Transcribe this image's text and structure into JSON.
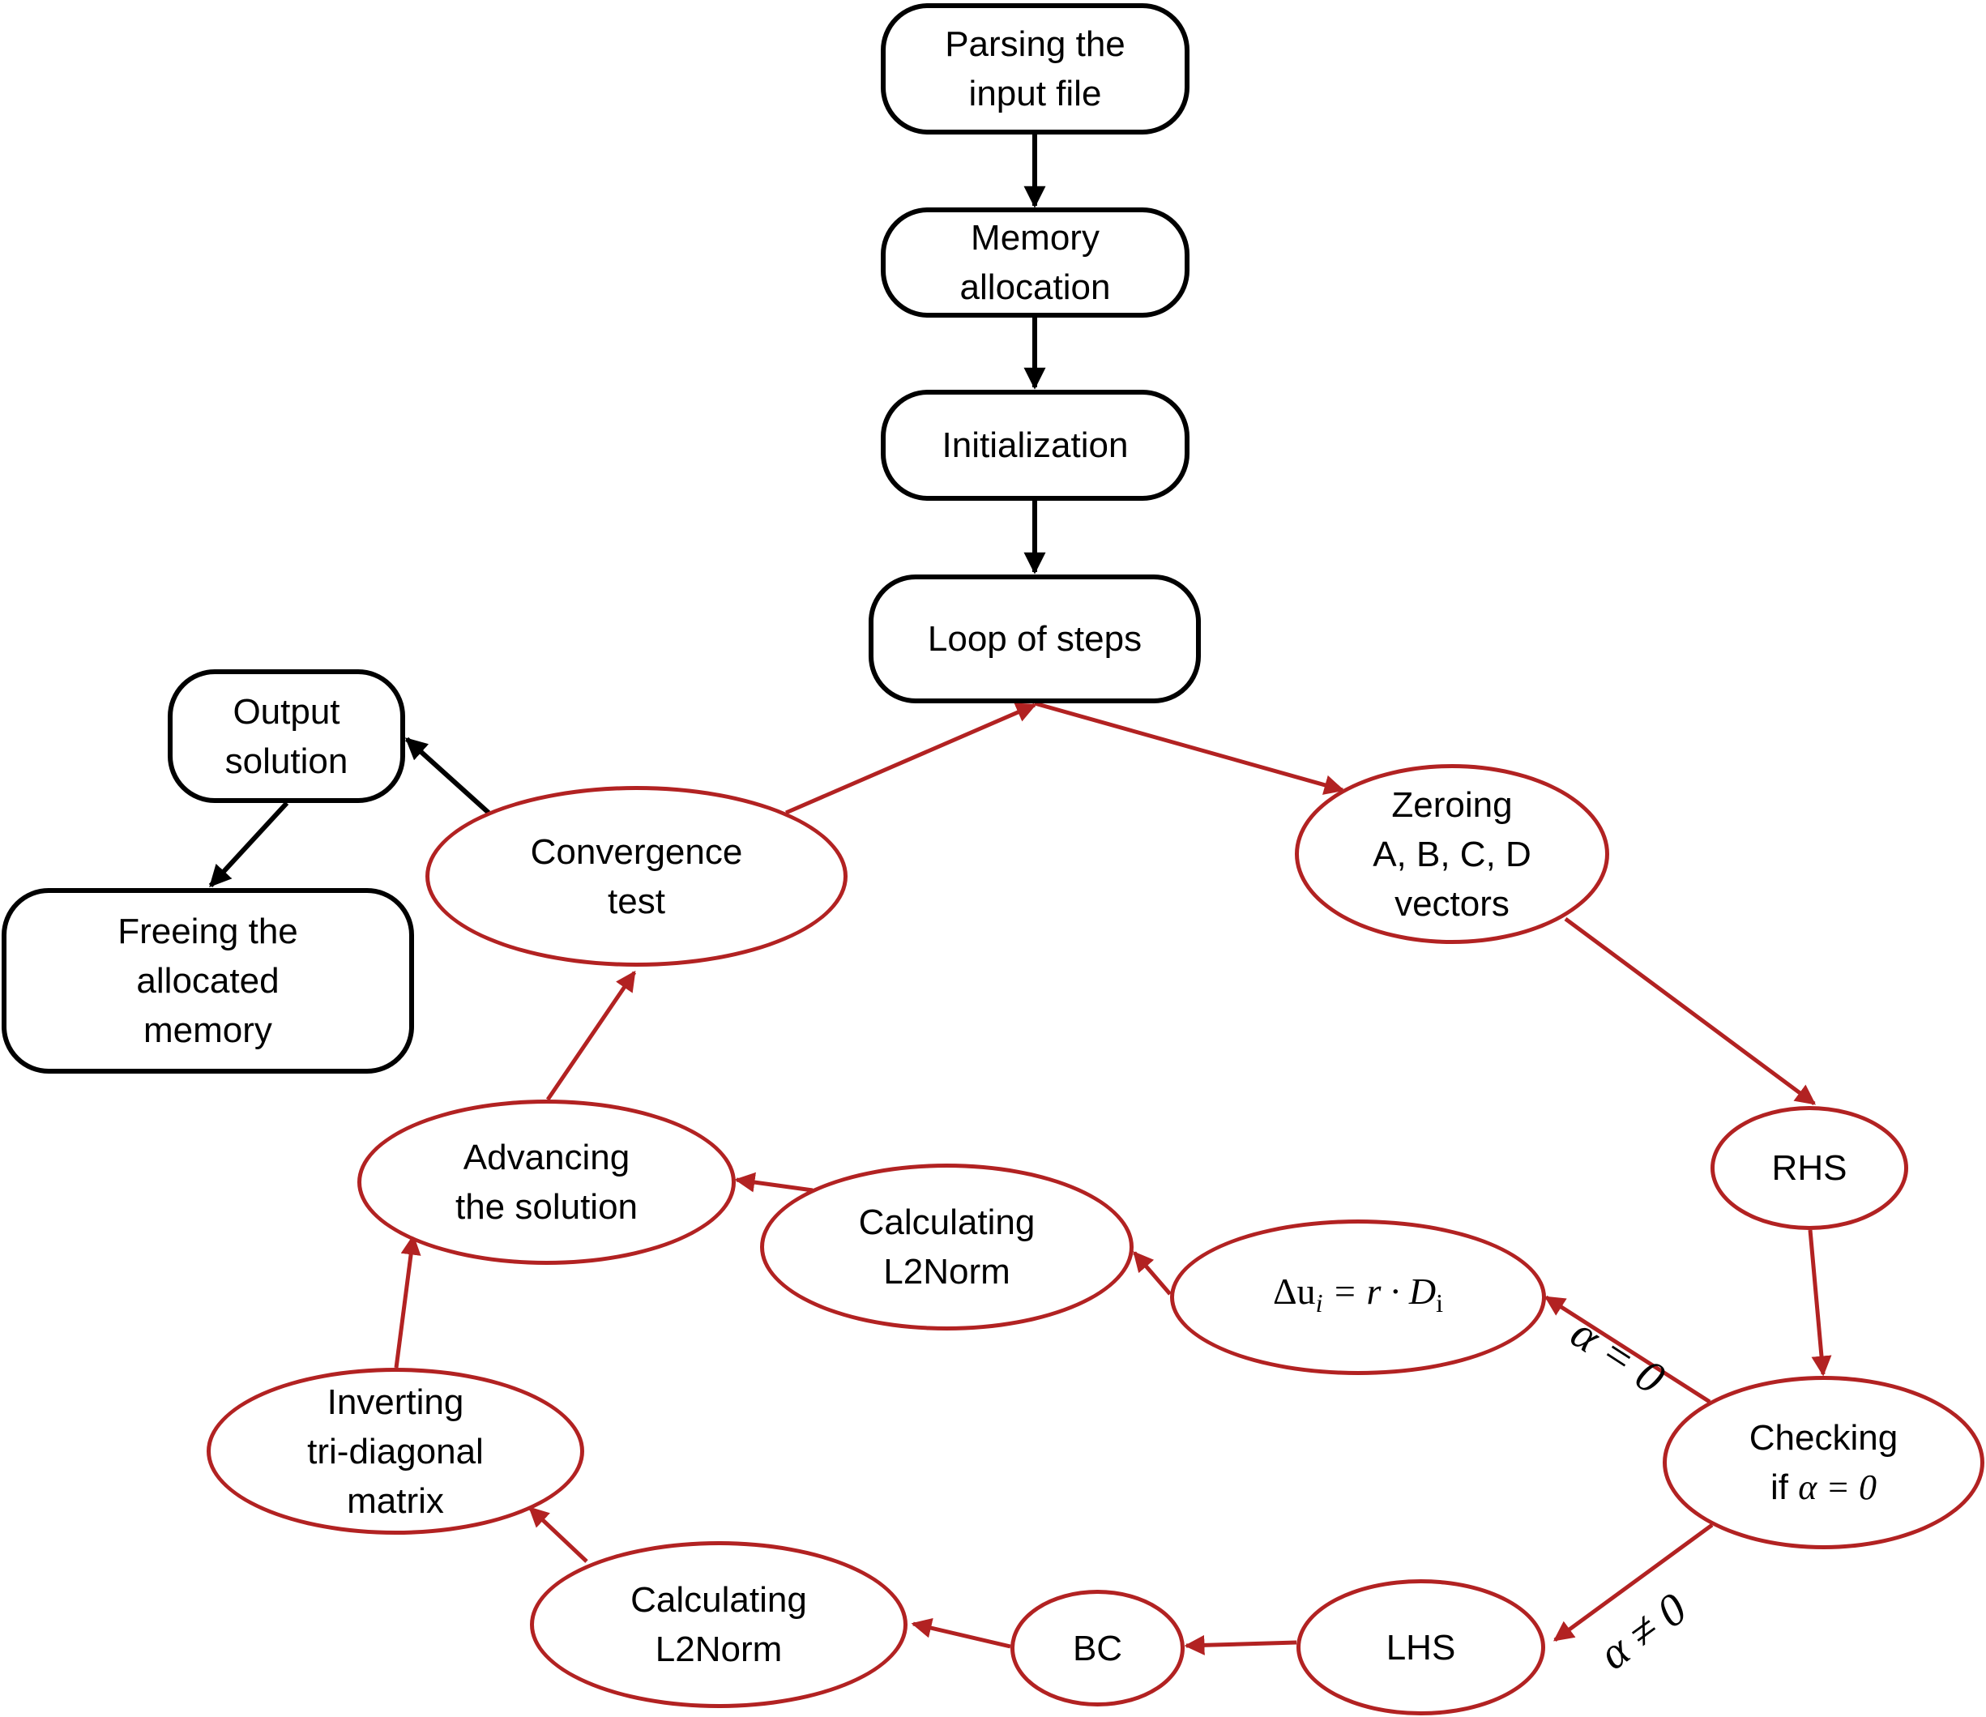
{
  "nodes": {
    "parsing": "Parsing the\ninput file",
    "memory": "Memory\nallocation",
    "init": "Initialization",
    "loop": "Loop of steps",
    "zeroing": "Zeroing\nA, B, C, D\nvectors",
    "rhs": "RHS",
    "checking": "Checking",
    "checking_line2_prefix": "if ",
    "checking_line2_math": "α = 0",
    "delta_update": "Δu",
    "delta_sub": "i",
    "delta_rest": " = r · D",
    "delta_rest_sub": "i",
    "l2norm_upper": "Calculating\nL2Norm",
    "advancing": "Advancing\nthe solution",
    "convergence": "Convergence\ntest",
    "output": "Output\nsolution",
    "freeing": "Freeing the\nallocated\nmemory",
    "lhs": "LHS",
    "bc": "BC",
    "l2norm_lower": "Calculating\nL2Norm",
    "inverting": "Inverting\ntri-diagonal\nmatrix"
  },
  "edge_labels": {
    "alpha_zero": "α = 0",
    "alpha_nonzero": "α ≠ 0"
  },
  "colors": {
    "black": "#000000",
    "red": "#b22222"
  }
}
